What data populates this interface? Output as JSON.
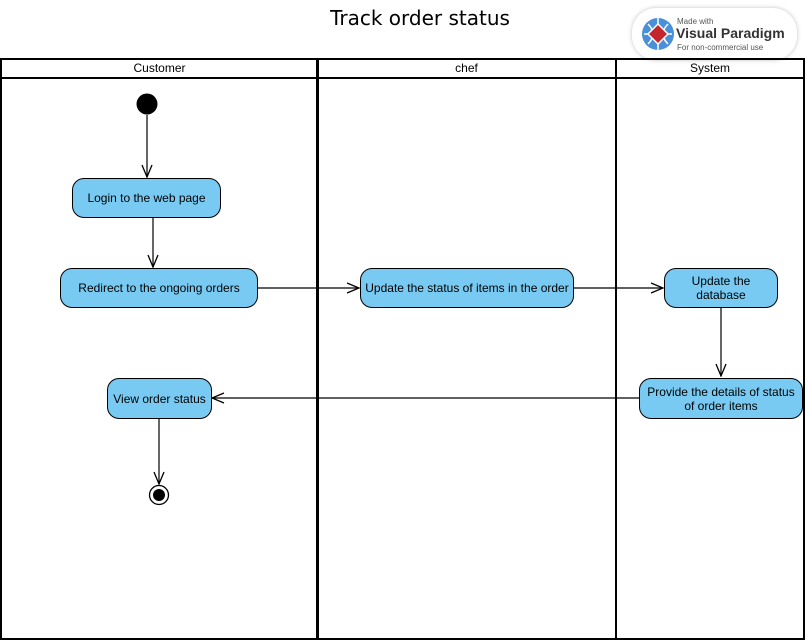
{
  "diagram": {
    "title": "Track order status",
    "lanes": [
      {
        "label": "Customer"
      },
      {
        "label": "chef"
      },
      {
        "label": "System"
      }
    ],
    "actions": {
      "login": "Login to the web page",
      "redirect": "Redirect to the ongoing orders",
      "update_status": "Update the status of items in the order",
      "update_db": "Update the database",
      "provide_details": "Provide the details of status of order items",
      "view_status": "View order status"
    },
    "colors": {
      "action_fill": "#79caf2",
      "stroke": "#000000"
    }
  },
  "watermark": {
    "made_with": "Made with",
    "brand": "Visual Paradigm",
    "note": "For non-commercial use",
    "icon": "visual-paradigm-logo-icon"
  }
}
